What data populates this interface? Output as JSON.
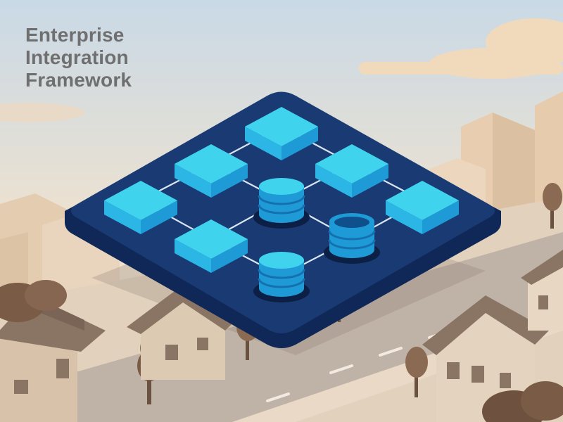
{
  "headline": {
    "line1": "Enterprise",
    "line2": "Integration",
    "line3": "Framework"
  },
  "colors": {
    "sky_top": "#c9d9e6",
    "sky_bottom": "#efe2cf",
    "platform_top": "#1a3a73",
    "platform_side": "#0f2858",
    "module_top": "#3fd3ee",
    "module_side": "#1e9bd6",
    "connector": "#d9e6f2",
    "house_wall": "#d9c5ae",
    "house_roof": "#8a7464",
    "road": "#b9ada3"
  },
  "icons": [
    "module-block",
    "database-cylinder",
    "house",
    "tree",
    "cloud"
  ]
}
